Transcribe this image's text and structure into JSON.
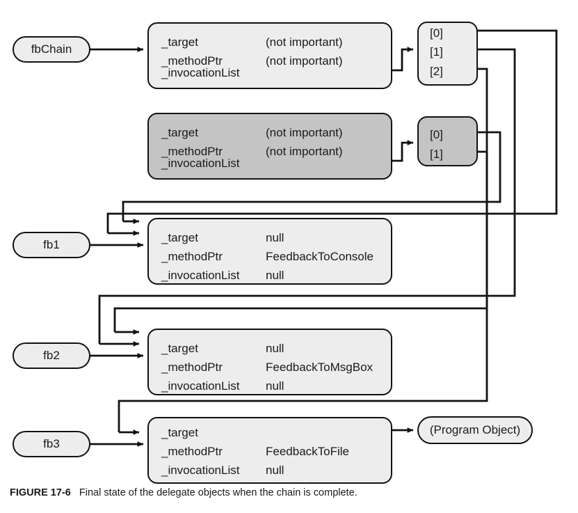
{
  "figure": {
    "label": "FIGURE 17-6",
    "caption": "Final state of the delegate objects when the chain is complete."
  },
  "field_names": {
    "target": "_target",
    "method_ptr": "_methodPtr",
    "invocation_list": "_invocationList"
  },
  "variables": [
    {
      "id": "fbChain",
      "label": "fbChain"
    },
    {
      "id": "fb1",
      "label": "fb1"
    },
    {
      "id": "fb2",
      "label": "fb2"
    },
    {
      "id": "fb3",
      "label": "fb3"
    }
  ],
  "delegates": [
    {
      "id": "chain-delegate",
      "shade": "light",
      "rows": [
        {
          "name": "_target",
          "value": "(not important)",
          "kind": "text"
        },
        {
          "name": "_methodPtr",
          "value": "(not important)",
          "kind": "text"
        },
        {
          "name": "_invocationList",
          "value": "",
          "kind": "pointer"
        }
      ]
    },
    {
      "id": "old-chain-delegate",
      "shade": "gray",
      "rows": [
        {
          "name": "_target",
          "value": "(not important)",
          "kind": "text"
        },
        {
          "name": "_methodPtr",
          "value": "(not important)",
          "kind": "text"
        },
        {
          "name": "_invocationList",
          "value": "",
          "kind": "pointer"
        }
      ]
    },
    {
      "id": "fb1-delegate",
      "shade": "light",
      "rows": [
        {
          "name": "_target",
          "value": "null",
          "kind": "text"
        },
        {
          "name": "_methodPtr",
          "value": "FeedbackToConsole",
          "kind": "text"
        },
        {
          "name": "_invocationList",
          "value": "null",
          "kind": "text"
        }
      ]
    },
    {
      "id": "fb2-delegate",
      "shade": "light",
      "rows": [
        {
          "name": "_target",
          "value": "null",
          "kind": "text"
        },
        {
          "name": "_methodPtr",
          "value": "FeedbackToMsgBox",
          "kind": "text"
        },
        {
          "name": "_invocationList",
          "value": "null",
          "kind": "text"
        }
      ]
    },
    {
      "id": "fb3-delegate",
      "shade": "light",
      "rows": [
        {
          "name": "_target",
          "value": "",
          "kind": "pointer"
        },
        {
          "name": "_methodPtr",
          "value": "FeedbackToFile",
          "kind": "text"
        },
        {
          "name": "_invocationList",
          "value": "null",
          "kind": "text"
        }
      ]
    }
  ],
  "arrays": [
    {
      "id": "invocation-array-3",
      "shade": "light",
      "entries": [
        "[0]",
        "[1]",
        "[2]"
      ]
    },
    {
      "id": "invocation-array-2",
      "shade": "gray",
      "entries": [
        "[0]",
        "[1]"
      ]
    }
  ],
  "program_object": {
    "id": "program-object",
    "label": "(Program Object)"
  },
  "colors": {
    "line": "#111111",
    "box_light_fill": "#ededed",
    "box_gray_fill": "#c4c4c4",
    "box_stroke": "#111111",
    "text": "#1a1a1a",
    "page_background": "#ffffff"
  }
}
